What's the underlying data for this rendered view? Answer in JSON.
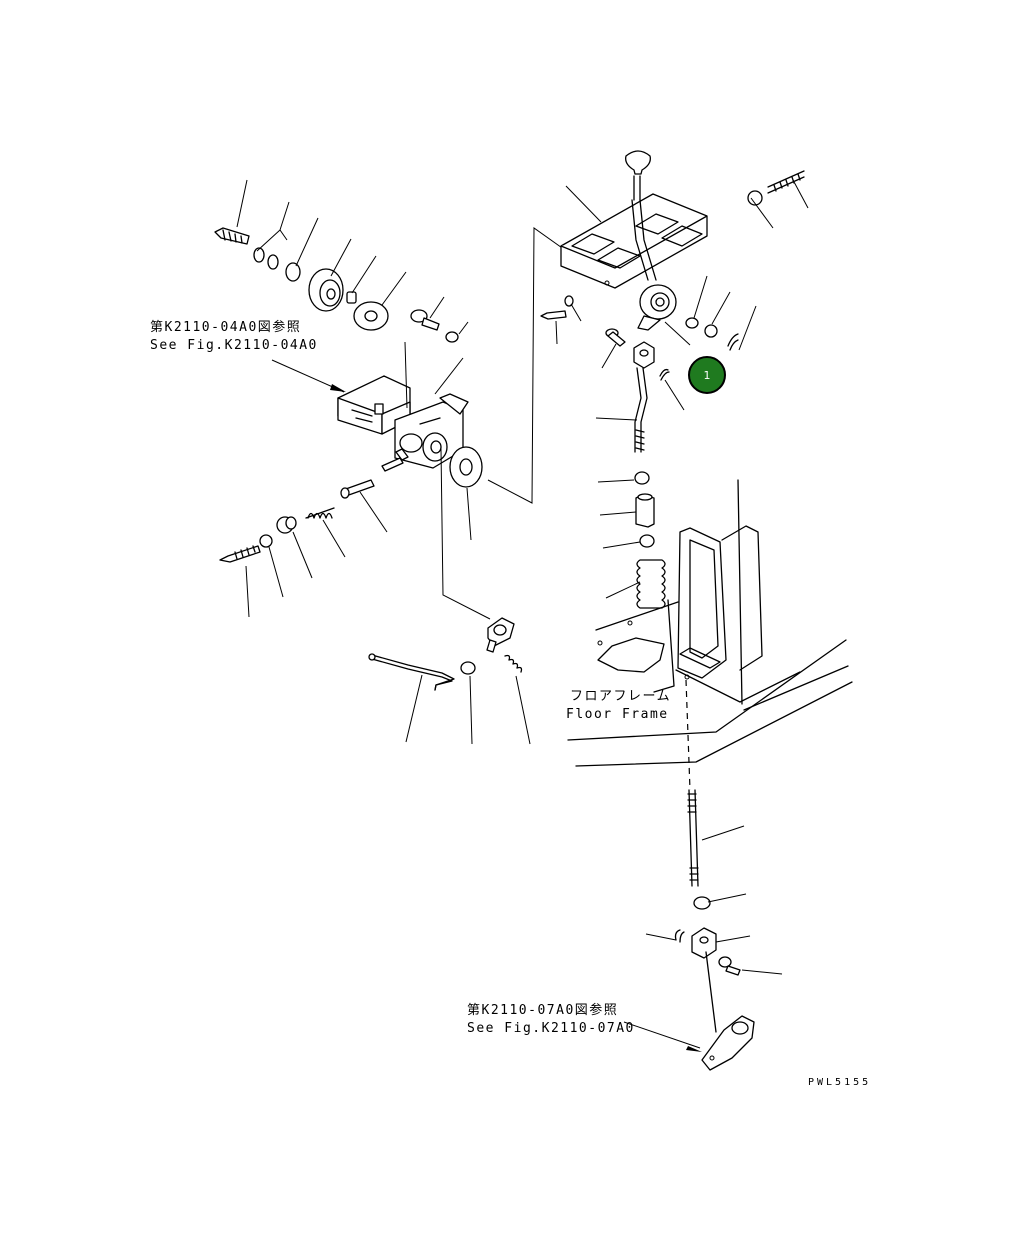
{
  "references": {
    "upper": {
      "jp": "第K2110-04A0図参照",
      "en": "See Fig.K2110-04A0"
    },
    "lower": {
      "jp": "第K2110-07A0図参照",
      "en": "See Fig.K2110-07A0"
    }
  },
  "floor_frame": {
    "jp": "フロアフレーム",
    "en": "Floor Frame"
  },
  "drawing_code": "PWL5155",
  "callouts": [
    {
      "label": "1",
      "color": "#1f7a1f"
    }
  ]
}
